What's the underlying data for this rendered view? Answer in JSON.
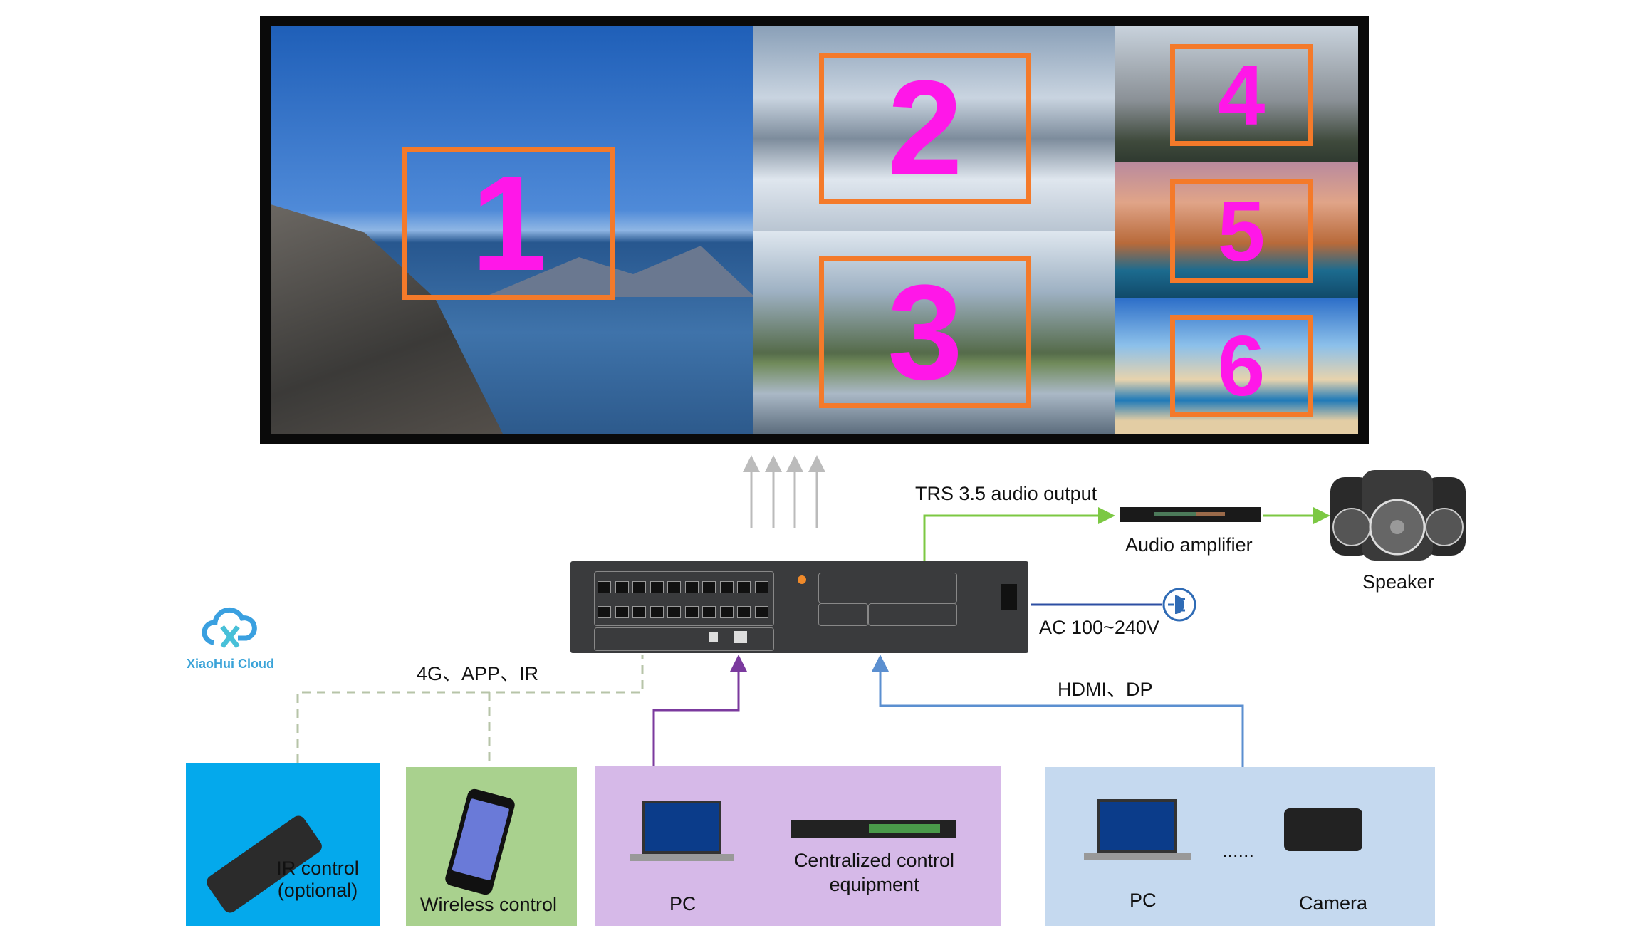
{
  "screen": {
    "windows": [
      "1",
      "2",
      "3",
      "4",
      "5",
      "6"
    ]
  },
  "labels": {
    "trs": "TRS 3.5 audio output",
    "amplifier": "Audio amplifier",
    "speaker": "Speaker",
    "ac": "AC 100~240V",
    "hdmi_dp": "HDMI、DP",
    "wireless_links": "4G、APP、IR"
  },
  "logo": {
    "text": "XiaoHui Cloud"
  },
  "sources": {
    "ir": {
      "line1": "IR control",
      "line2": "(optional)"
    },
    "wireless": "Wireless control",
    "control": {
      "pc": "PC",
      "central_line1": "Centralized control",
      "central_line2": "equipment"
    },
    "video": {
      "pc": "PC",
      "dots": "......",
      "camera": "Camera"
    }
  },
  "colors": {
    "orange": "#f47a2a",
    "magenta": "#ff17e8",
    "green_line": "#7cc843",
    "purple_line": "#7b3a9e",
    "blue_line": "#5b8fd0",
    "ir_box": "#04a9ec",
    "wireless_box": "#a9d18e",
    "control_box": "#d6b9e8",
    "video_box": "#c5d9ef"
  }
}
